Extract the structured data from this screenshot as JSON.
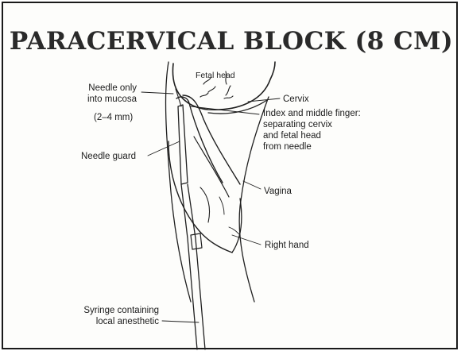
{
  "title": "PARACERVICAL BLOCK  (8 CM)",
  "labels": {
    "fetal_head": "Fetal head",
    "needle_only_1": "Needle only",
    "needle_only_2": "into mucosa",
    "needle_depth": "(2–4 mm)",
    "cervix": "Cervix",
    "fingers_1": "Index and middle finger:",
    "fingers_2": "separating cervix",
    "fingers_3": "and fetal head",
    "fingers_4": "from needle",
    "needle_guard": "Needle guard",
    "vagina": "Vagina",
    "right_hand": "Right hand",
    "syringe_1": "Syringe containing",
    "syringe_2": "local anesthetic"
  }
}
